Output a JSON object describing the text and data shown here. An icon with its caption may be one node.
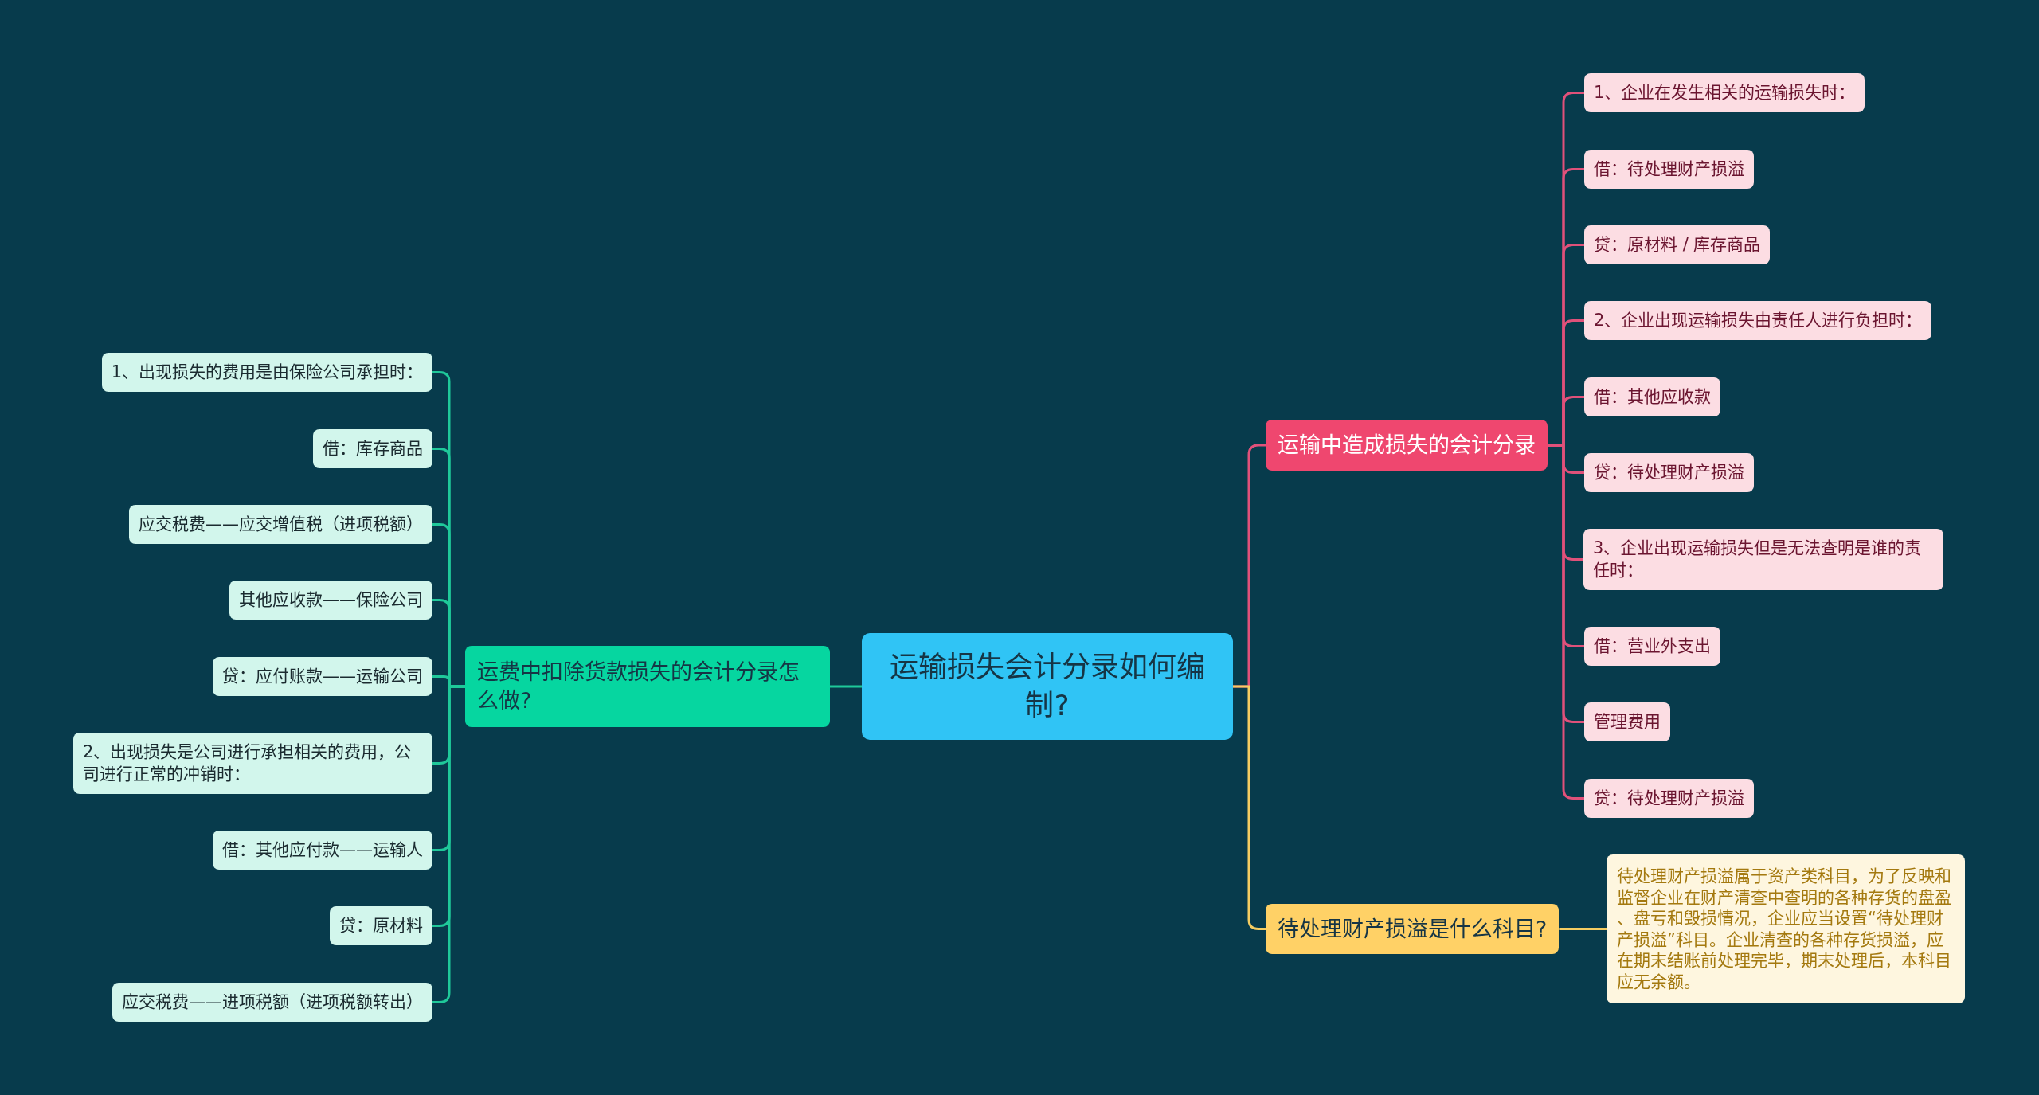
{
  "diagram": {
    "nodes": [
      {
        "text": [
          "运输损失会计分录如何编制?"
        ]
      },
      {
        "text": [
          "运费中扣除货款损失的会计分录怎么做?"
        ]
      },
      {
        "text": [
          "1、出现损失的费用是由保险公司承担时："
        ]
      },
      {
        "text": [
          "借：库存商品"
        ]
      },
      {
        "text": [
          "应交税费——应交增值税（进项税额）"
        ]
      },
      {
        "text": [
          "其他应收款——保险公司"
        ]
      },
      {
        "text": [
          "贷：应付账款——运输公司"
        ]
      },
      {
        "text": [
          "2、出现损失是公司进行承担相关的费用，公司进行正常的冲销时："
        ]
      },
      {
        "text": [
          "借：其他应付款——运输人"
        ]
      },
      {
        "text": [
          "贷：原材料"
        ]
      },
      {
        "text": [
          "应交税费——进项税额（进项税额转出）"
        ]
      },
      {
        "text": [
          "运输中造成损失的会计分录"
        ]
      },
      {
        "text": [
          "1、企业在发生相关的运输损失时："
        ]
      },
      {
        "text": [
          "借：待处理财产损溢"
        ]
      },
      {
        "text": [
          "贷：原材料 / 库存商品"
        ]
      },
      {
        "text": [
          "2、企业出现运输损失由责任人进行负担时："
        ]
      },
      {
        "text": [
          "借：其他应收款"
        ]
      },
      {
        "text": [
          "贷：待处理财产损溢"
        ]
      },
      {
        "text": [
          "3、企业出现运输损失但是无法查明是谁的责任时："
        ]
      },
      {
        "text": [
          "借：营业外支出"
        ]
      },
      {
        "text": [
          "管理费用"
        ]
      },
      {
        "text": [
          "贷：待处理财产损溢"
        ]
      },
      {
        "text": [
          "待处理财产损溢是什么科目?"
        ]
      },
      {
        "text": [
          "待处理财产损溢属于资产类科目，为了反映和监督企业在财产清查中查明的各种存货的盘盈、盘亏和毁损情况，企业应当设置“待处理财产损溢”科目。企业清查的各种存货损溢，应在期末结账前处理完毕，期末处理后，本科目应无余额。"
        ]
      }
    ],
    "edges": [
      {
        "from": 0,
        "to": 1,
        "arrow": "none",
        "color": "#1fc99a"
      },
      {
        "from": 1,
        "to": 2,
        "arrow": "none",
        "color": "#1fc99a"
      },
      {
        "from": 1,
        "to": 3,
        "arrow": "none",
        "color": "#1fc99a"
      },
      {
        "from": 1,
        "to": 4,
        "arrow": "none",
        "color": "#1fc99a"
      },
      {
        "from": 1,
        "to": 5,
        "arrow": "none",
        "color": "#1fc99a"
      },
      {
        "from": 1,
        "to": 6,
        "arrow": "none",
        "color": "#1fc99a"
      },
      {
        "from": 1,
        "to": 7,
        "arrow": "none",
        "color": "#1fc99a"
      },
      {
        "from": 1,
        "to": 8,
        "arrow": "none",
        "color": "#1fc99a"
      },
      {
        "from": 1,
        "to": 9,
        "arrow": "none",
        "color": "#1fc99a"
      },
      {
        "from": 1,
        "to": 10,
        "arrow": "none",
        "color": "#1fc99a"
      },
      {
        "from": 0,
        "to": 11,
        "arrow": "none"
      },
      {
        "from": 11,
        "to": 12,
        "arrow": "none"
      },
      {
        "from": 11,
        "to": 13,
        "arrow": "none"
      },
      {
        "from": 11,
        "to": 14,
        "arrow": "none"
      },
      {
        "from": 11,
        "to": 15,
        "arrow": "none"
      },
      {
        "from": 11,
        "to": 16,
        "arrow": "none"
      },
      {
        "from": 11,
        "to": 17,
        "arrow": "none"
      },
      {
        "from": 11,
        "to": 18,
        "arrow": "none"
      },
      {
        "from": 11,
        "to": 19,
        "arrow": "none"
      },
      {
        "from": 11,
        "to": 20,
        "arrow": "none"
      },
      {
        "from": 11,
        "to": 21,
        "arrow": "none"
      },
      {
        "from": 0,
        "to": 22,
        "arrow": "none",
        "color": "#f5cd62"
      },
      {
        "from": 22,
        "to": 23,
        "arrow": "none",
        "color": "#f5cd62"
      }
    ]
  }
}
